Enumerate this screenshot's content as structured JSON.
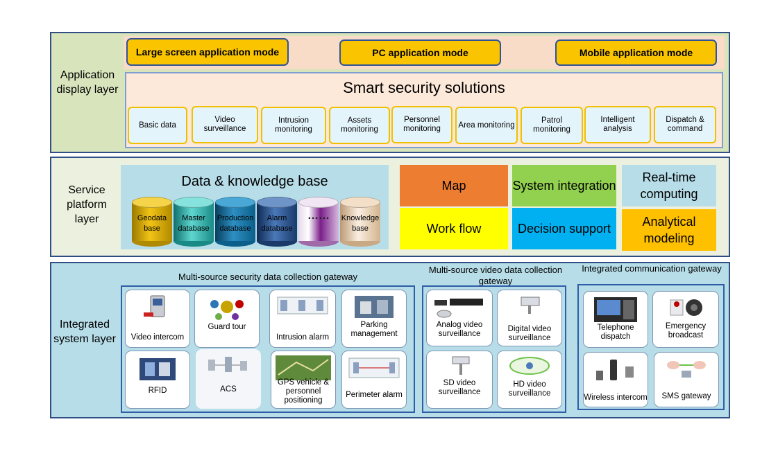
{
  "app_layer": {
    "label": "Application display layer",
    "modes": [
      "Large screen application mode",
      "PC application mode",
      "Mobile application mode"
    ],
    "solutions_title": "Smart security solutions",
    "solutions": [
      "Basic data",
      "Video surveillance",
      "Intrusion monitoring",
      "Assets monitoring",
      "Personnel monitoring",
      "Area monitoring",
      "Patrol monitoring",
      "Intelligent analysis",
      "Dispatch & command"
    ]
  },
  "service_layer": {
    "label": "Service platform layer",
    "kb_title": "Data & knowledge base",
    "databases": [
      "Geodata base",
      "Master database",
      "Production database",
      "Alarm database",
      "……",
      "Knowledge base"
    ],
    "services": [
      "Map",
      "System integration",
      "Real-time computing",
      "Work flow",
      "Decision support",
      "Analytical modeling"
    ]
  },
  "integrated_layer": {
    "label": "Integrated system layer",
    "security_gateway": {
      "title": "Multi-source security data collection gateway",
      "items": [
        "Video intercom",
        "Guard tour",
        "Intrusion alarm",
        "Parking management",
        "RFID",
        "ACS",
        "GPS vehicle & personnel positioning",
        "Perimeter alarm"
      ]
    },
    "video_gateway": {
      "title": "Multi-source video data collection gateway",
      "items": [
        "Analog video surveillance",
        "Digital video surveillance",
        "SD video surveillance",
        "HD video surveillance"
      ]
    },
    "comm_gateway": {
      "title": "Integrated communication gateway",
      "items": [
        "Telephone dispatch",
        "Emergency broadcast",
        "Wireless intercom",
        "SMS gateway"
      ]
    }
  },
  "colors": {
    "app_layer_bg": "#d8e4bc",
    "service_layer_bg": "#ebf1de",
    "integrated_layer_bg": "#b7dde8",
    "mode_fill": "#fac400",
    "solutions_bg": "#fde9d9",
    "map": "#ed7d31",
    "system_integration": "#92d050",
    "realtime": "#b7dde8",
    "workflow": "#ffff00",
    "decision": "#00b0f0",
    "analytical": "#ffc000"
  }
}
